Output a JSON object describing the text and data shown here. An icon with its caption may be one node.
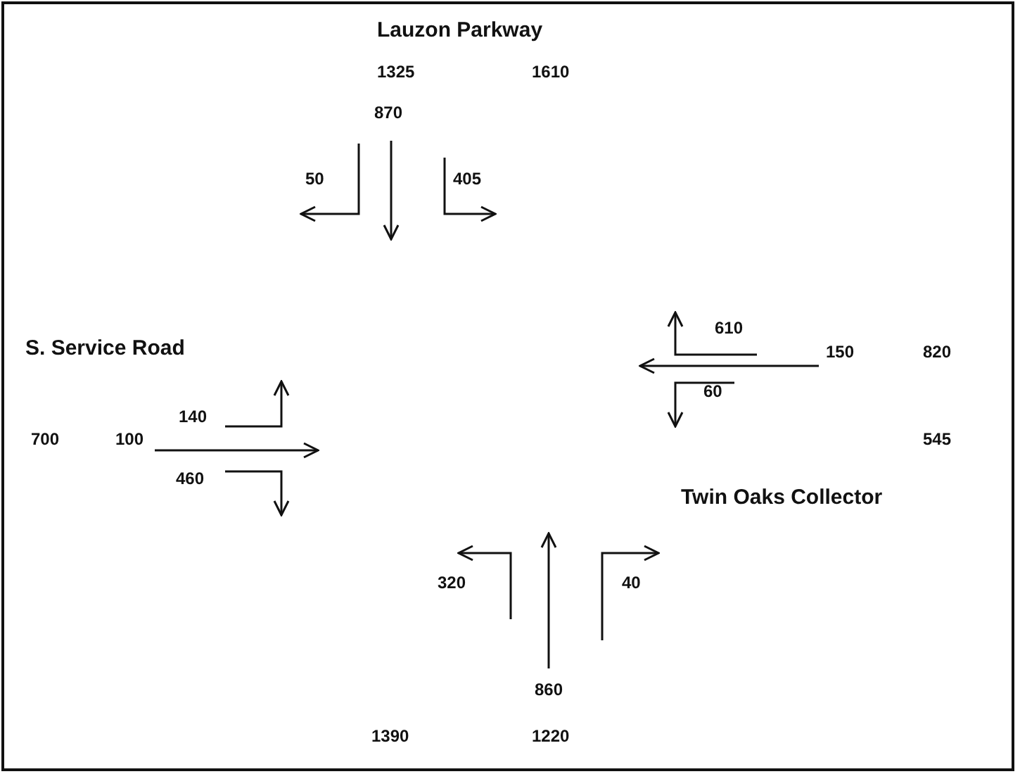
{
  "diagram": {
    "labels": [
      "Lauzon Parkway",
      "1325",
      "1610",
      "870",
      "50",
      "405",
      "S. Service Road",
      "610",
      "150",
      "820",
      "60",
      "140",
      "700",
      "100",
      "545",
      "460",
      "Twin Oaks Collector",
      "320",
      "40",
      "860",
      "1390",
      "1220"
    ]
  }
}
